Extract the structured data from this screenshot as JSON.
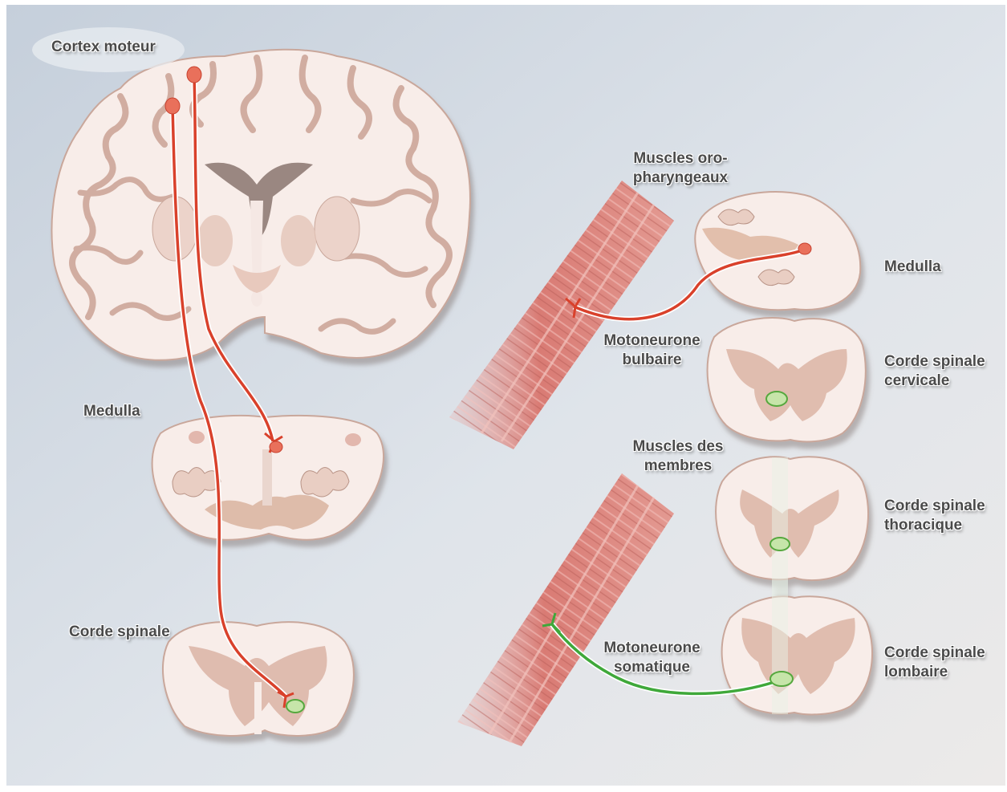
{
  "labels": {
    "cortex_moteur": "Cortex moteur",
    "medulla_left": "Medulla",
    "corde_spinale_left": "Corde spinale",
    "muscles_oro_line1": "Muscles oro-",
    "muscles_oro_line2": "pharyngeaux",
    "medulla_right": "Medulla",
    "motoneurone_bulbaire_line1": "Motoneurone",
    "motoneurone_bulbaire_line2": "bulbaire",
    "corde_cervicale_line1": "Corde spinale",
    "corde_cervicale_line2": "cervicale",
    "muscles_membres_line1": "Muscles des",
    "muscles_membres_line2": "membres",
    "corde_thoracique_line1": "Corde spinale",
    "corde_thoracique_line2": "thoracique",
    "motoneurone_somatique_line1": "Motoneurone",
    "motoneurone_somatique_line2": "somatique",
    "corde_lombaire_line1": "Corde spinale",
    "corde_lombaire_line2": "lombaire"
  },
  "colors": {
    "upper_motor_neuron": "#d9412b",
    "lower_motor_neuron": "#3fa83a",
    "tissue": "#f7ece8",
    "grey_matter": "#d9b3a4",
    "muscle": "#d67a75",
    "background": "#cfd8e2"
  }
}
